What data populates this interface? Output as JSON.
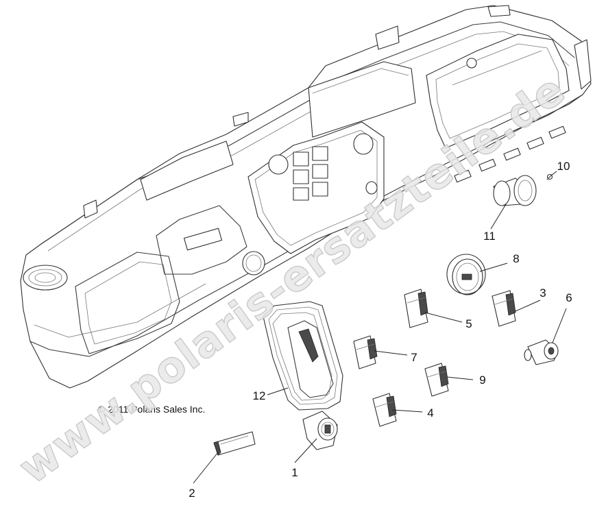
{
  "watermark": "www.polaris-ersatzteile.de",
  "copyright": "© 2011 Polaris Sales Inc.",
  "callouts": [
    {
      "id": "1",
      "label": "1"
    },
    {
      "id": "2",
      "label": "2"
    },
    {
      "id": "3",
      "label": "3"
    },
    {
      "id": "4",
      "label": "4"
    },
    {
      "id": "5",
      "label": "5"
    },
    {
      "id": "6",
      "label": "6"
    },
    {
      "id": "7",
      "label": "7"
    },
    {
      "id": "8",
      "label": "8"
    },
    {
      "id": "9",
      "label": "9"
    },
    {
      "id": "10",
      "label": "10"
    },
    {
      "id": "11",
      "label": "11"
    },
    {
      "id": "12",
      "label": "12"
    }
  ]
}
